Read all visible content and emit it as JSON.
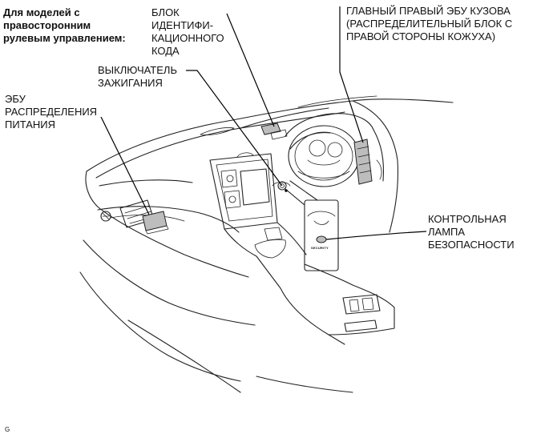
{
  "note": "Для моделей с\nправосторонним\nрулевым управлением:",
  "labels": {
    "id_code_box": "БЛОК\nИДЕНТИФИ-\nКАЦИОННОГО\nКОДА",
    "main_body_ecu": "ГЛАВНЫЙ ПРАВЫЙ ЭБУ КУЗОВА\n(РАСПРЕДЕЛИТЕЛЬНЫЙ БЛОК С\nПРАВОЙ СТОРОНЫ КОЖУХА)",
    "ignition_switch": "ВЫКЛЮЧАТЕЛЬ\nЗАЖИГАНИЯ",
    "power_ecu": "ЭБУ\nРАСПРЕДЕЛЕНИЯ\nПИТАНИЯ",
    "security_lamp": "КОНТРОЛЬНАЯ\nЛАМПА\nБЕЗОПАСНОСТИ"
  },
  "inset_text": "SECURITY",
  "footer_code": "G"
}
